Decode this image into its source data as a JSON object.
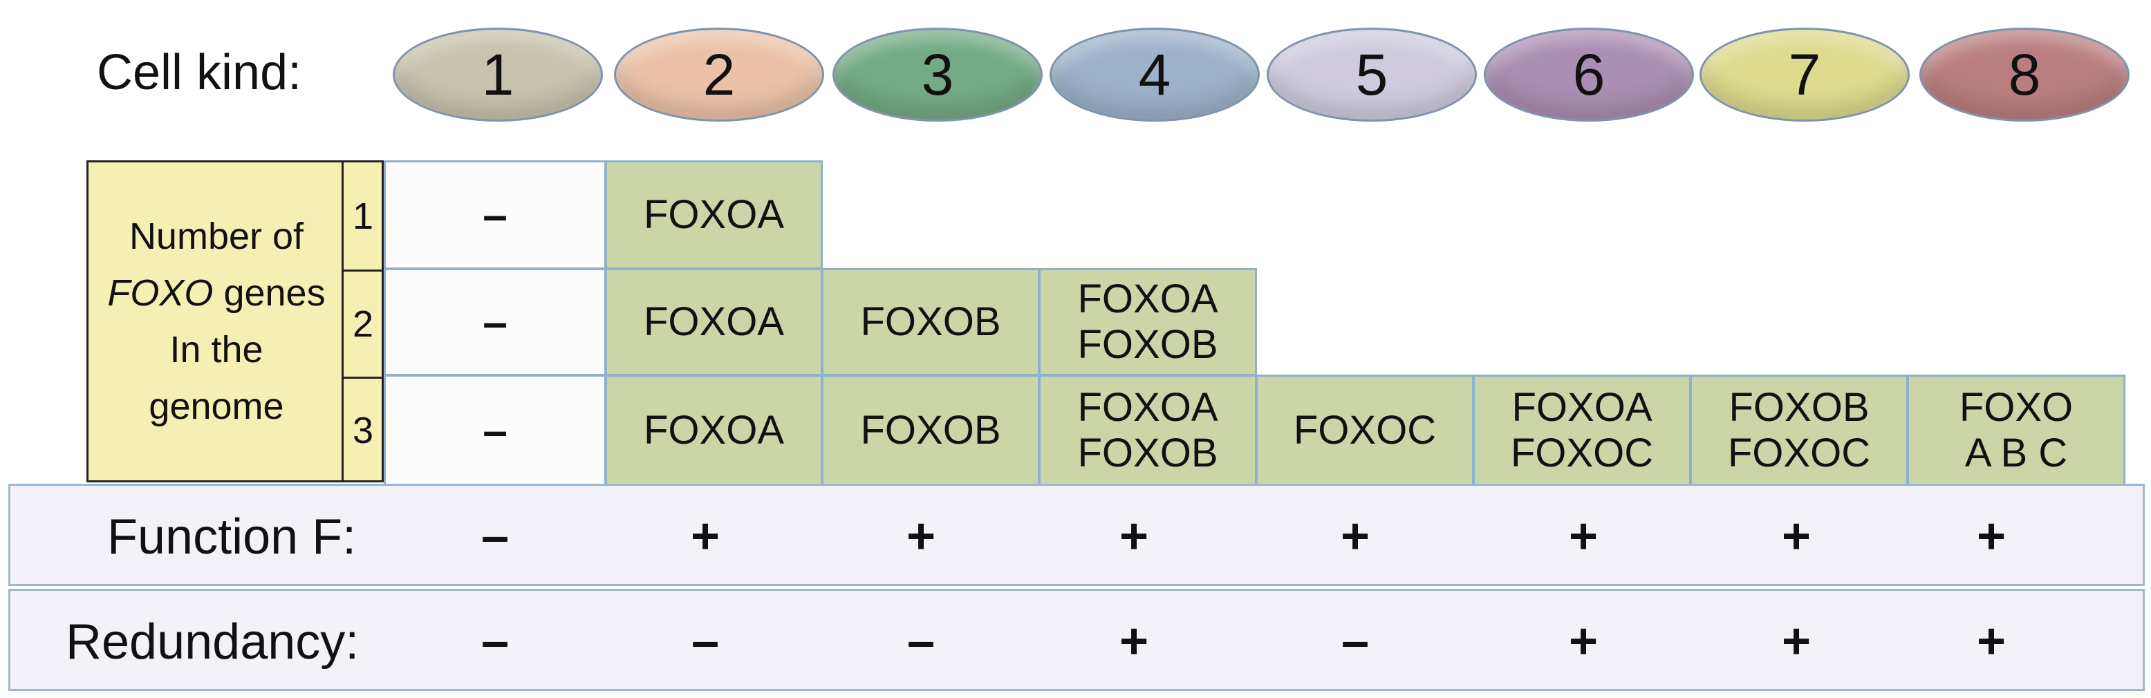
{
  "header": {
    "cell_kind_label": "Cell kind:",
    "cell_kinds": [
      "1",
      "2",
      "3",
      "4",
      "5",
      "6",
      "7",
      "8"
    ],
    "cell_colors": [
      "#c7c3ad",
      "#ebc2a8",
      "#74aa86",
      "#9cb2cb",
      "#cfcbdd",
      "#ab8eb3",
      "#dcdb8e",
      "#b97e80"
    ]
  },
  "row_label": {
    "line1": "Number of",
    "line2_italic": "FOXO",
    "line2_rest": " genes",
    "line3": "In the",
    "line4": "genome",
    "numbers": [
      "1",
      "2",
      "3"
    ]
  },
  "grid": {
    "row1": {
      "c1": "–",
      "c2": "FOXOA"
    },
    "row2": {
      "c1": "–",
      "c2": "FOXOA",
      "c3": "FOXOB",
      "c4a": "FOXOA",
      "c4b": "FOXOB"
    },
    "row3": {
      "c1": "–",
      "c2": "FOXOA",
      "c3": "FOXOB",
      "c4a": "FOXOA",
      "c4b": "FOXOB",
      "c5": "FOXOC",
      "c6a": "FOXOA",
      "c6b": "FOXOC",
      "c7a": "FOXOB",
      "c7b": "FOXOC",
      "c8a": "FOXO",
      "c8b": "A B C"
    }
  },
  "function_row": {
    "label": "Function F:",
    "values": [
      "–",
      "+",
      "+",
      "+",
      "+",
      "+",
      "+",
      "+"
    ]
  },
  "redundancy_row": {
    "label": "Redundancy:",
    "values": [
      "–",
      "–",
      "–",
      "+",
      "–",
      "+",
      "+",
      "+"
    ]
  }
}
